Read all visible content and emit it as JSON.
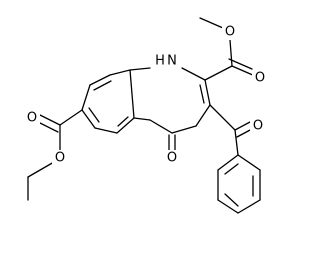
{
  "labels": {
    "nh": "H",
    "n": "N",
    "o_ring": "O",
    "o_ester_right_carbonyl": "O",
    "o_ester_right_ether": "O",
    "o_ester_left_carbonyl": "O",
    "o_ester_left_ether": "O",
    "o_benzoyl": "O"
  },
  "colors": {
    "stroke": "#000000",
    "background": "#ffffff"
  }
}
